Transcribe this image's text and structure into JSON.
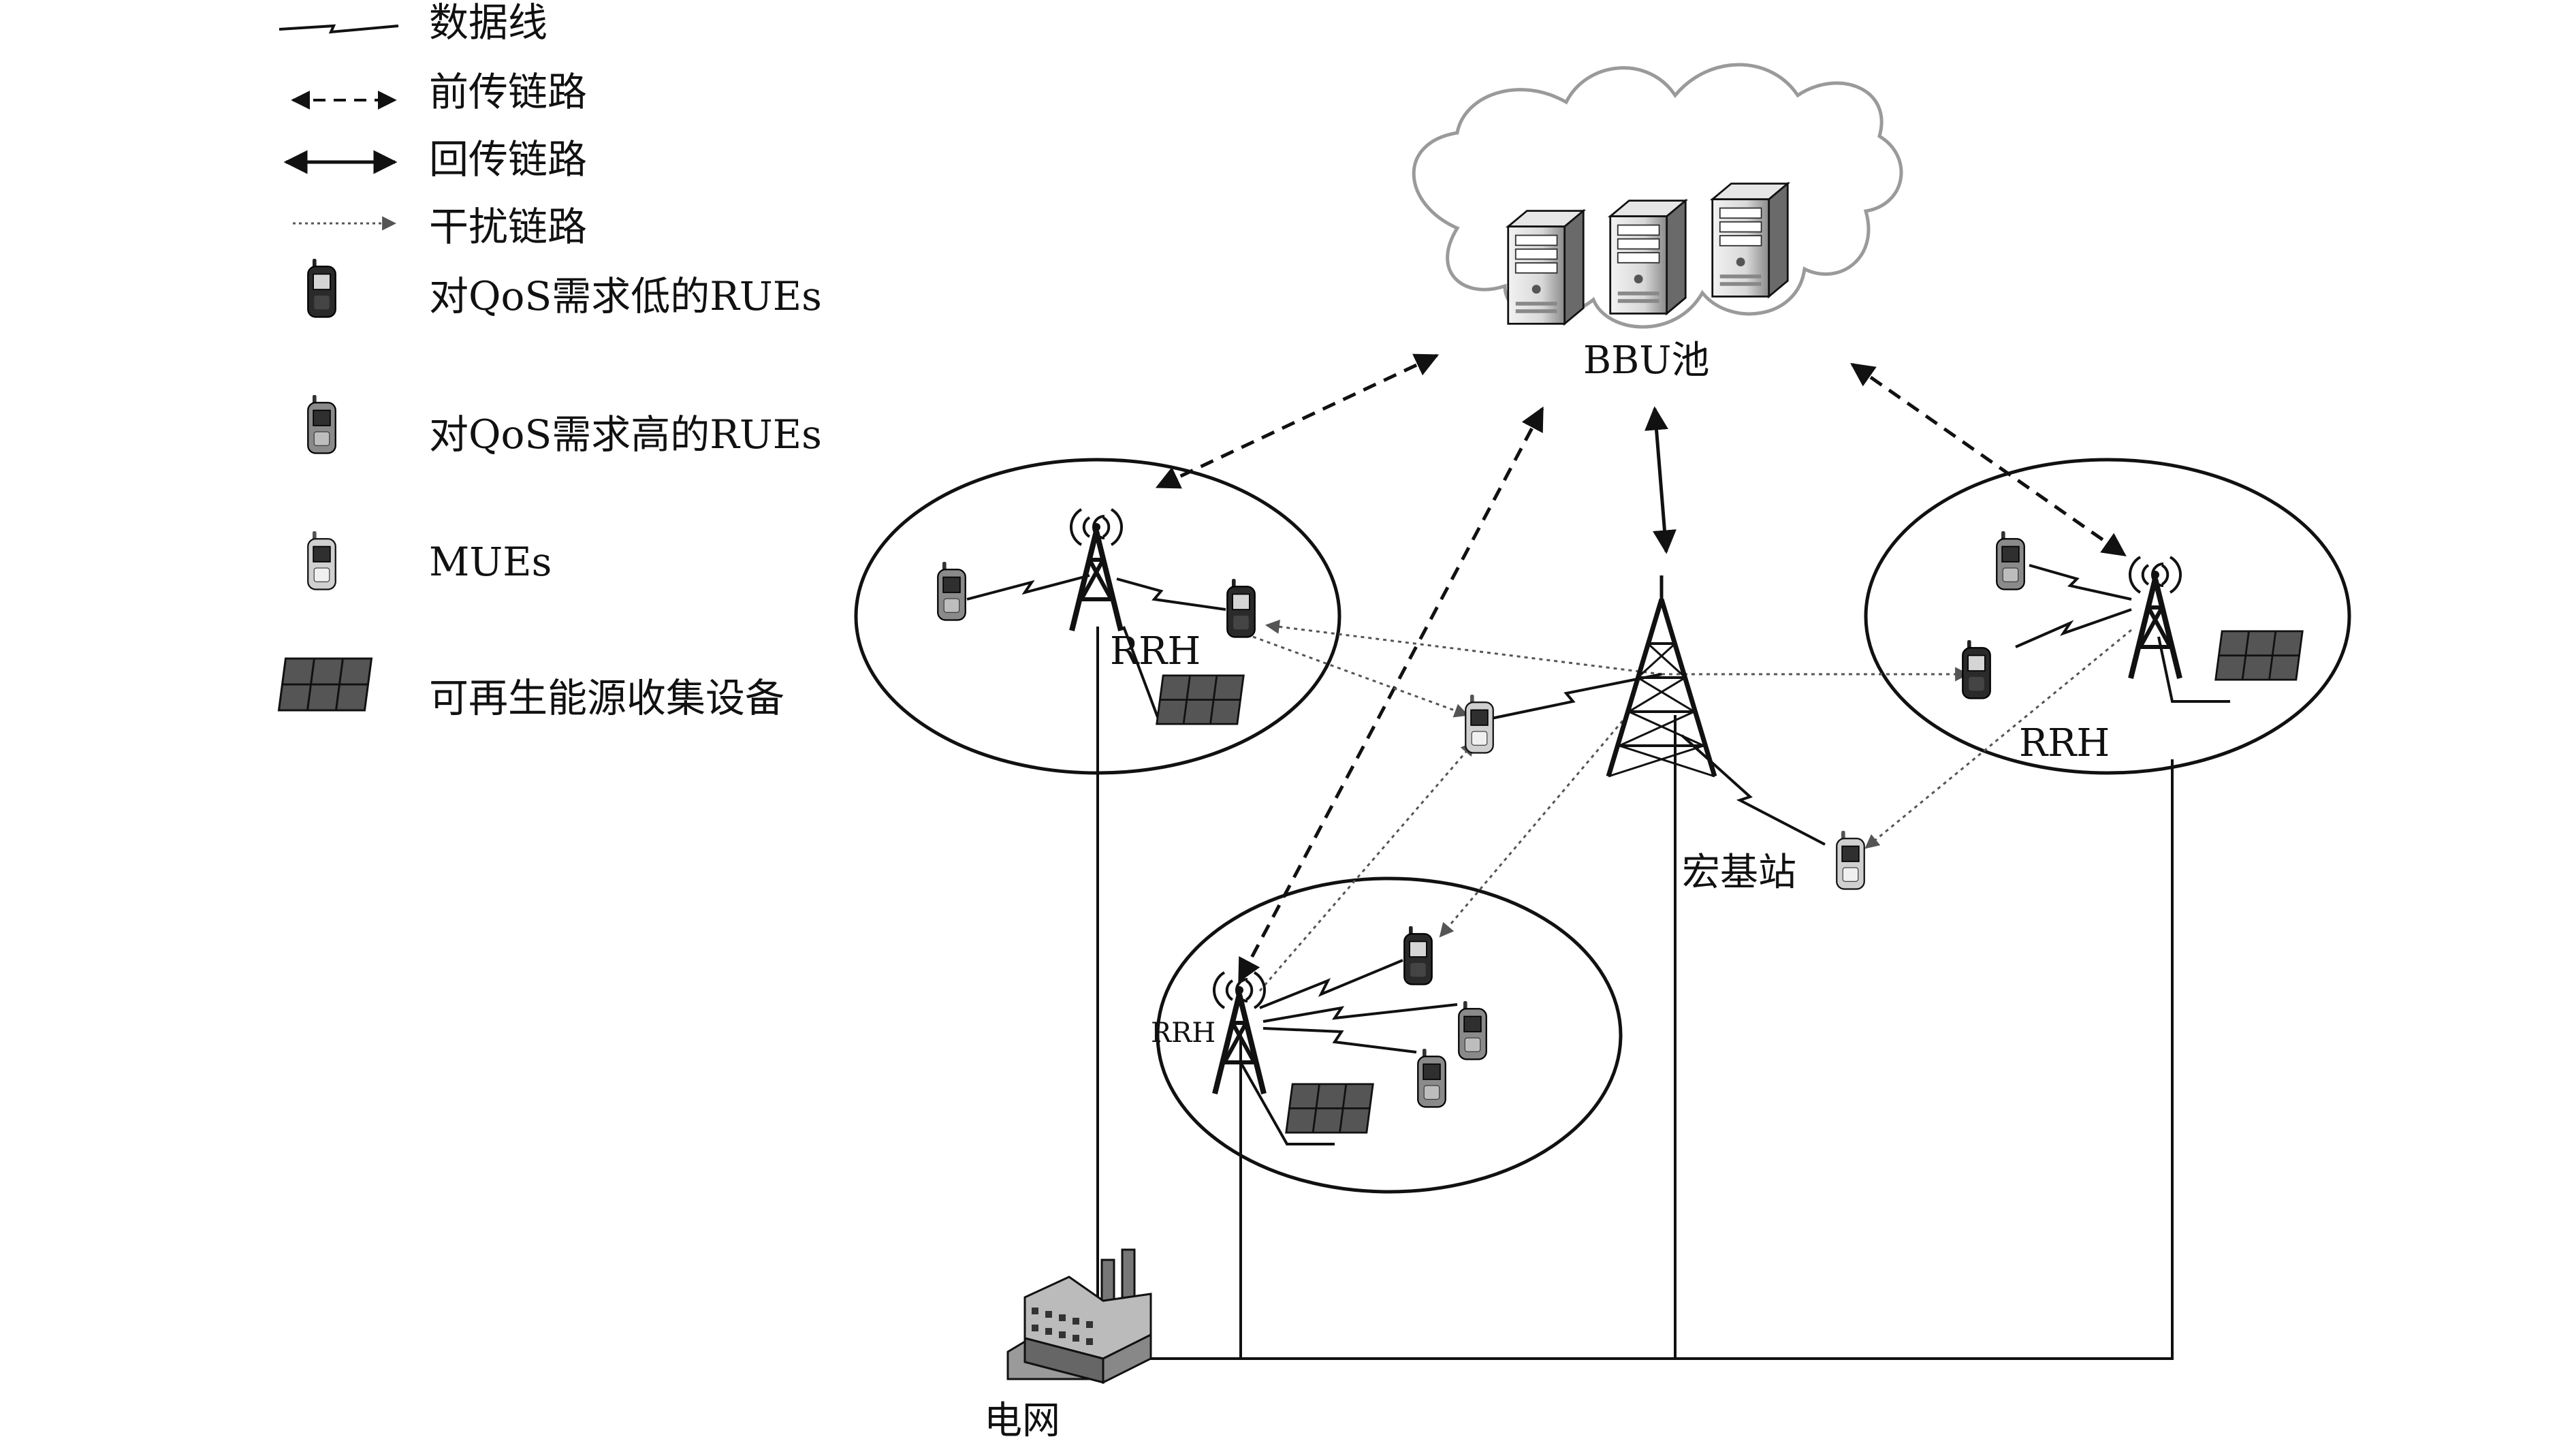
{
  "legend": {
    "items": [
      {
        "icon": "data-line-icon",
        "label": "数据线"
      },
      {
        "icon": "dashed-double-arrow-icon",
        "label": "前传链路"
      },
      {
        "icon": "solid-double-arrow-icon",
        "label": "回传链路"
      },
      {
        "icon": "dotted-arrow-icon",
        "label": "干扰链路"
      },
      {
        "icon": "dark-phone-icon",
        "label": "对QoS需求低的RUEs"
      },
      {
        "icon": "gray-phone-icon",
        "label": "对QoS需求高的RUEs"
      },
      {
        "icon": "light-phone-icon",
        "label": "MUEs"
      },
      {
        "icon": "solar-panel-icon",
        "label": "可再生能源收集设备"
      }
    ]
  },
  "nodes": {
    "bbu_pool": "BBU池",
    "macro_bs": "宏基站",
    "rrh_left": "RRH",
    "rrh_right": "RRH",
    "rrh_bottom": "RRH",
    "power_grid": "电网"
  },
  "colors": {
    "line": "#111111",
    "interference": "#555555",
    "phone_dark": "#2a2a2a",
    "phone_gray": "#8a8a8a",
    "phone_light": "#d0d0d0",
    "solar": "#555555",
    "cloud_stroke": "#9a9a9a"
  }
}
